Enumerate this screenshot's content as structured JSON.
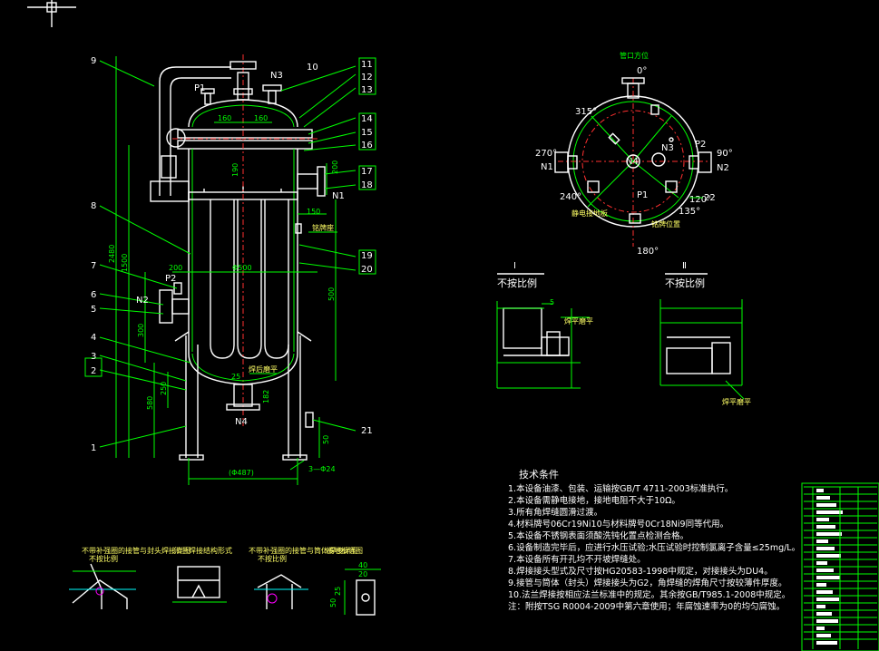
{
  "part_labels": {
    "left": [
      "9",
      "8",
      "7",
      "6",
      "5",
      "4",
      "3",
      "2",
      "1"
    ],
    "right": [
      "10",
      "11",
      "12",
      "13",
      "14",
      "15",
      "16",
      "17",
      "18",
      "19",
      "20",
      "21",
      "22"
    ]
  },
  "nozzles": {
    "N1": "N1",
    "N2": "N2",
    "N3": "N3",
    "N4": "N4",
    "P1": "P1",
    "P2": "P2"
  },
  "dimensions": {
    "d160a": "160",
    "d160b": "160",
    "d190": "190",
    "d200": "200",
    "d150": "150",
    "d1500": "Φ500",
    "d200b": "200",
    "d500": "500",
    "d300": "300",
    "d250": "250",
    "d580": "580",
    "d2480": "2480",
    "d1500v": "1500",
    "d25": "25",
    "d182": "182",
    "d50": "50",
    "base_dia": "(Φ487)",
    "holes": "3—Φ24",
    "d40": "40",
    "d25b": "25",
    "d20": "20",
    "d50b": "50"
  },
  "callouts": {
    "nameplate": "铭牌座",
    "weld_bottom": "焊后磨平",
    "weld_grind": "焊平磨平"
  },
  "orientation": {
    "title": "管口方位",
    "angles": {
      "a0": "0°",
      "a315": "315°",
      "a270": "270°",
      "a90": "90°",
      "a240": "240°",
      "a120": "120°",
      "a135": "135°",
      "a180": "180°"
    },
    "labels": {
      "n1": "N1",
      "n2": "N2",
      "p2": "P2",
      "n3": "N3",
      "n4": "N4",
      "p1": "P1",
      "part22": "22"
    },
    "small_labels": {
      "ground": "静电接地板",
      "nameplate": "铭牌位置"
    }
  },
  "details": {
    "d1_roman": "Ⅰ",
    "d1_scale": "不按比例",
    "d1_tag": "焊平磨平",
    "d1_num": "5",
    "d2_roman": "Ⅱ",
    "d2_scale": "不按比例",
    "d2_tag": "焊平磨平"
  },
  "bottom_details": {
    "t1": "不带补强圈的接管与封头焊接详图",
    "t1b": "不按比例",
    "t2": "法兰焊接结构形式",
    "t3": "不带补强圈的接管与筒体焊接详图",
    "t3b": "不按比例",
    "t4": "接地板详图"
  },
  "tech": {
    "heading": "技术条件",
    "lines": [
      "1.本设备油漆、包装、运输按GB/T 4711-2003标准执行。",
      "2.本设备需静电接地，接地电阻不大于10Ω。",
      "3.所有角焊缝圆滑过渡。",
      "4.材料牌号06Cr19Ni10与材料牌号0Cr18Ni9同等代用。",
      "5.本设备不锈钢表面须酸洗钝化置点检测合格。",
      "6.设备制造完毕后，应进行水压试验;水压试验时控制氯离子含量≤25mg/L。",
      "7.本设备所有开孔均不开坡焊缝处。",
      "8.焊接接头型式及尺寸按HG20583-1998中规定，对接接头为DU4。",
      "9.接管与筒体（封头）焊接接头为G2，角焊缝的焊角尺寸按较薄件厚度。",
      "10.法兰焊接按相应法兰标准中的规定。其余按GB/T985.1-2008中规定。",
      "注：附按TSG R0004-2009中第六章使用；年腐蚀速率为0的均匀腐蚀。"
    ]
  }
}
